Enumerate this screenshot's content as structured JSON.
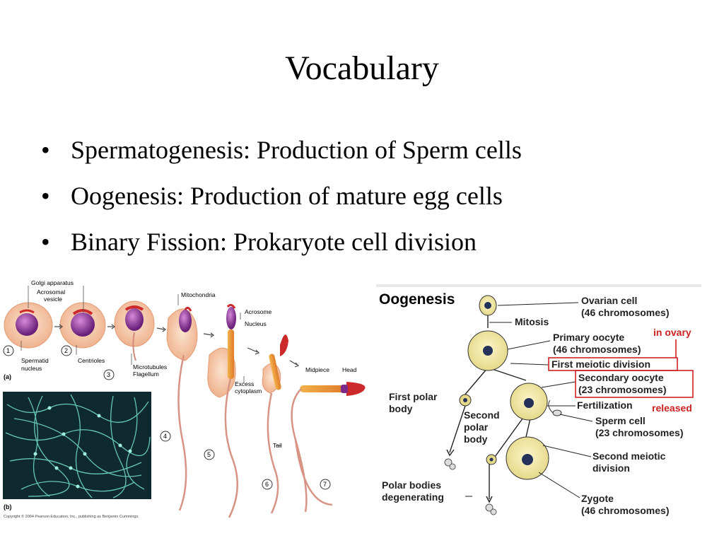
{
  "slide": {
    "title": "Vocabulary",
    "bullet_glyph": "•",
    "bullets": [
      "Spermatogenesis: Production of Sperm cells",
      "Oogenesis: Production of mature egg cells",
      "Binary Fission: Prokaryote cell division"
    ]
  },
  "spermatogenesis_figure": {
    "labels": {
      "golgi": "Golgi apparatus",
      "acrosomal_1": "Acrosomal",
      "acrosomal_2": "vesicle",
      "mitochondria": "Mitochondria",
      "acrosome": "Acrosome",
      "nucleus": "Nucleus",
      "spermatid_1": "Spermatid",
      "spermatid_2": "nucleus",
      "centrioles": "Centrioles",
      "microtubules": "Microtubules",
      "flagellum": "Flagellum",
      "excess_1": "Excess",
      "excess_2": "cytoplasm",
      "midpiece": "Midpiece",
      "head": "Head",
      "tail": "Tail",
      "panel_a": "(a)",
      "panel_b": "(b)",
      "copyright": "Copyright © 2004 Pearson Education, Inc., publishing as Benjamin Cummings."
    },
    "steps": [
      "1",
      "2",
      "3",
      "4",
      "5",
      "6",
      "7"
    ]
  },
  "oogenesis_figure": {
    "labels": {
      "title": "Oogenesis",
      "ovarian_1": "Ovarian cell",
      "ovarian_2": "(46 chromosomes)",
      "mitosis": "Mitosis",
      "primary_1": "Primary oocyte",
      "primary_2": "(46 chromosomes)",
      "in_ovary": "in ovary",
      "first_meiotic": "First meiotic division",
      "secondary_1": "Secondary oocyte",
      "secondary_2": "(23 chromosomes)",
      "first_polar_1": "First polar",
      "first_polar_2": "body",
      "fertilization": "Fertilization",
      "released": "released",
      "sperm_1": "Sperm cell",
      "sperm_2": "(23 chromosomes)",
      "second_polar_1": "Second",
      "second_polar_2": "polar",
      "second_polar_3": "body",
      "second_meiotic_1": "Second meiotic",
      "second_meiotic_2": "division",
      "degenerating_1": "Polar bodies",
      "degenerating_2": "degenerating",
      "zygote_1": "Zygote",
      "zygote_2": "(46 chromosomes)"
    },
    "accent_red": "#cc2222"
  }
}
